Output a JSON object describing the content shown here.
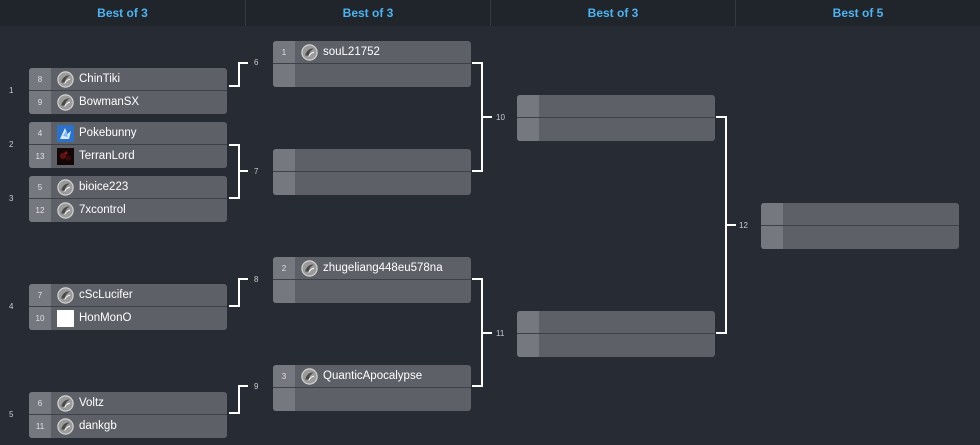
{
  "rounds": [
    {
      "label": "Best of 3"
    },
    {
      "label": "Best of 3"
    },
    {
      "label": "Best of 3"
    },
    {
      "label": "Best of 5"
    }
  ],
  "matches": [
    {
      "number": "1",
      "slots": [
        {
          "seed": "8",
          "player": "ChinTiki",
          "logo": "default-icon"
        },
        {
          "seed": "9",
          "player": "BowmanSX",
          "logo": "default-icon"
        }
      ]
    },
    {
      "number": "2",
      "slots": [
        {
          "seed": "4",
          "player": "Pokebunny",
          "logo": "pokebunny-avatar"
        },
        {
          "seed": "13",
          "player": "TerranLord",
          "logo": "terranlord-avatar"
        }
      ]
    },
    {
      "number": "3",
      "slots": [
        {
          "seed": "5",
          "player": "bioice223",
          "logo": "default-icon"
        },
        {
          "seed": "12",
          "player": "7xcontrol",
          "logo": "default-icon"
        }
      ]
    },
    {
      "number": "4",
      "slots": [
        {
          "seed": "7",
          "player": "cScLucifer",
          "logo": "default-icon"
        },
        {
          "seed": "10",
          "player": "HonMonO",
          "logo": "white-avatar"
        }
      ]
    },
    {
      "number": "5",
      "slots": [
        {
          "seed": "6",
          "player": "Voltz",
          "logo": "default-icon"
        },
        {
          "seed": "11",
          "player": "dankgb",
          "logo": "default-icon"
        }
      ]
    },
    {
      "number": "6",
      "slots": [
        {
          "seed": "1",
          "player": "souL21752",
          "logo": "default-icon"
        },
        {
          "seed": "",
          "player": "",
          "logo": ""
        }
      ]
    },
    {
      "number": "7",
      "slots": [
        {
          "seed": "",
          "player": "",
          "logo": ""
        },
        {
          "seed": "",
          "player": "",
          "logo": ""
        }
      ]
    },
    {
      "number": "8",
      "slots": [
        {
          "seed": "2",
          "player": "zhugeliang448eu578na",
          "logo": "default-icon"
        },
        {
          "seed": "",
          "player": "",
          "logo": ""
        }
      ]
    },
    {
      "number": "9",
      "slots": [
        {
          "seed": "3",
          "player": "QuanticApocalypse",
          "logo": "default-icon"
        },
        {
          "seed": "",
          "player": "",
          "logo": ""
        }
      ]
    },
    {
      "number": "10",
      "slots": [
        {
          "seed": "",
          "player": "",
          "logo": ""
        },
        {
          "seed": "",
          "player": "",
          "logo": ""
        }
      ]
    },
    {
      "number": "11",
      "slots": [
        {
          "seed": "",
          "player": "",
          "logo": ""
        },
        {
          "seed": "",
          "player": "",
          "logo": ""
        }
      ]
    },
    {
      "number": "12",
      "slots": [
        {
          "seed": "",
          "player": "",
          "logo": ""
        },
        {
          "seed": "",
          "player": "",
          "logo": ""
        }
      ]
    }
  ],
  "colors": {
    "background": "#272b33",
    "header_background": "#20242b",
    "header_text": "#4fb3f0",
    "match_box": "#5e6068",
    "seed_box": "#767880",
    "connector": "#ffffff"
  }
}
